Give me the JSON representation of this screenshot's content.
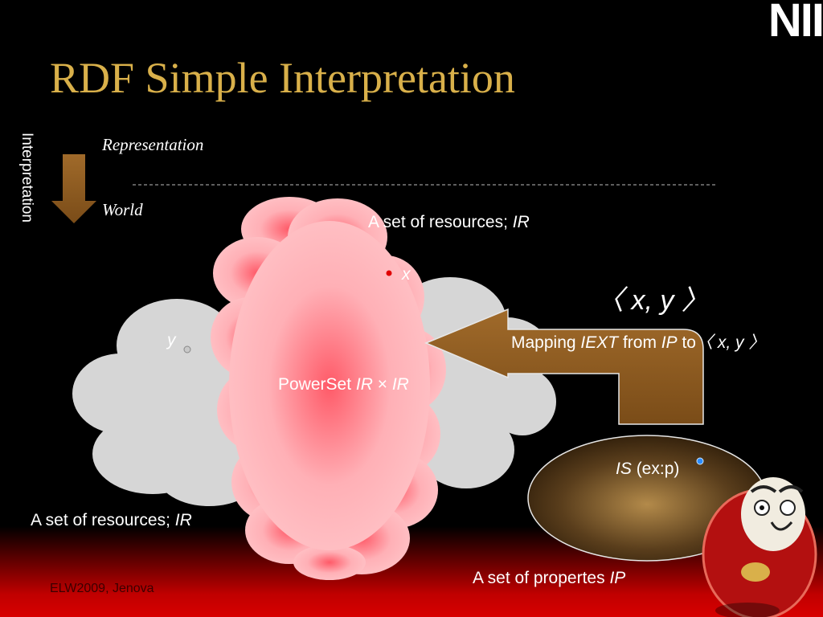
{
  "slide": {
    "title": "RDF Simple Interpretation",
    "logo": "NII",
    "side_label": "Interpretation",
    "representation": "Representation",
    "world": "World",
    "footer": "ELW2009, Jenova"
  },
  "diagram": {
    "top_set": {
      "text": "A set of resources;",
      "var": "IR"
    },
    "point_x": "x",
    "point_y": "y",
    "pair": "〈 x, y 〉",
    "mapping": {
      "prefix": "Mapping",
      "fn": "IEXT",
      "from": "from",
      "ip": "IP",
      "to": "to",
      "pair": "〈 x, y 〉"
    },
    "powerset": {
      "text": "PowerSet",
      "a": "IR",
      "op": "×",
      "b": "IR"
    },
    "bottom_set": {
      "text": "A set of resources;",
      "var": "IR"
    },
    "is_label": {
      "fn": "IS",
      "arg": "(ex:p)"
    },
    "properties": {
      "text": "A set of propertes",
      "var": "IP"
    },
    "colors": {
      "title": "#d9b04a",
      "arrow": "#8b5a22",
      "pink_cloud": "#ffb3b8",
      "gray_cloud": "#d6d6d6",
      "point_x": "#e00000",
      "point_is": "#2a8cff"
    }
  }
}
